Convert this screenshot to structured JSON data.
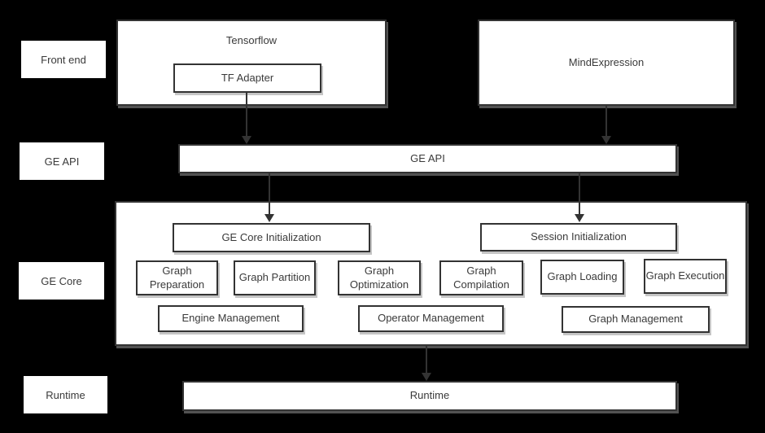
{
  "colors": {
    "background": "#000000",
    "box_fill": "#ffffff",
    "box_border": "#333333",
    "text": "#3a3a3a",
    "arrow": "#333333"
  },
  "row_labels": {
    "front_end": "Front end",
    "ge_api": "GE API",
    "ge_core": "GE Core",
    "runtime": "Runtime"
  },
  "front_end": {
    "tensorflow_title": "Tensorflow",
    "tf_adapter_label": "TF Adapter",
    "mind_expression_label": "MindExpression"
  },
  "ge_api": {
    "bar_label": "GE API"
  },
  "ge_core": {
    "ge_core_initialization_label": "GE Core Initialization",
    "session_initialization_label": "Session Initialization",
    "stages": [
      "Graph Preparation",
      "Graph Partition",
      "Graph Optimization",
      "Graph Compilation",
      "Graph Loading",
      "Graph Execution"
    ],
    "management": [
      "Engine Management",
      "Operator Management",
      "Graph Management"
    ]
  },
  "runtime": {
    "bar_label": "Runtime"
  }
}
